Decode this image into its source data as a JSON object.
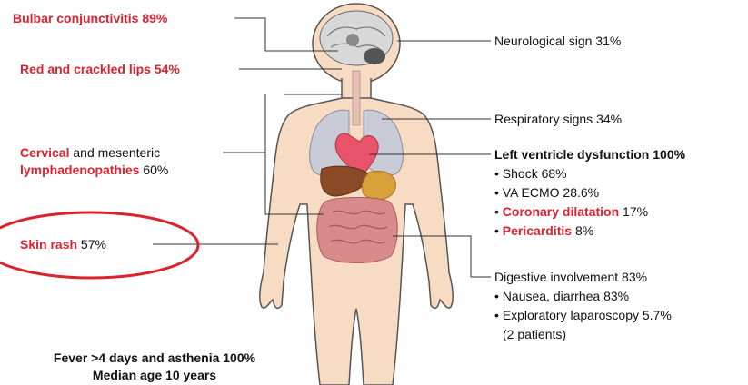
{
  "left_labels": {
    "conjunctivitis": {
      "name": "Bulbar conjunctivitis",
      "value": "89%"
    },
    "lips": {
      "name": "Red and crackled lips",
      "value": "54%"
    },
    "lymph_prefix": "Cervical",
    "lymph_mid": " and mesenteric",
    "lymph_name": "lymphadenopathies",
    "lymph_value": " 60%",
    "rash": {
      "name": "Skin rash",
      "value": " 57%"
    }
  },
  "right_labels": {
    "neuro": "Neurological sign 31%",
    "respiratory": "Respiratory signs 34%",
    "lv_title": "Left ventricle dysfunction 100%",
    "shock": "• Shock 68%",
    "ecmo": "• VA ECMO 28.6%",
    "coronary_name": "Coronary dilatation",
    "coronary_value": " 17%",
    "pericarditis_name": "Pericarditis",
    "pericarditis_value": " 8%",
    "digestive": "Digestive involvement 83%",
    "nausea": "• Nausea, diarrhea 83%",
    "laparoscopy": "• Exploratory laparoscopy 5.7%",
    "patients": "(2 patients)"
  },
  "footer": {
    "fever": "Fever >4 days and asthenia 100%",
    "age": "Median age 10 years"
  },
  "colors": {
    "accent_red": "#d9232e",
    "body_fill": "#f7dcc3",
    "body_stroke": "#555555",
    "heart": "#e8546a",
    "liver": "#8a4a26",
    "stomach": "#d9a13a",
    "intestine": "#d98b8b",
    "lungs": "#c9ccd6"
  }
}
